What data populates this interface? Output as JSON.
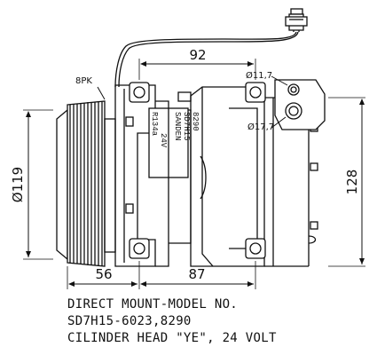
{
  "labels": {
    "belt": "8PK",
    "hole_top": "Ø11,7",
    "hole_bottom": "Ø17,7",
    "plate_line1": "SANDEN",
    "plate_line2": "SD7H15",
    "plate_line3": "8290",
    "plate_line4": "R134a",
    "plate_line5": "24V"
  },
  "dimensions": {
    "top_width": "92",
    "pulley_diameter": "Ø119",
    "height_right": "128",
    "bottom_left": "56",
    "bottom_right": "87"
  },
  "caption": {
    "line1": "DIRECT MOUNT-MODEL NO.",
    "line2": "SD7H15-6023,8290",
    "line3": "CILINDER HEAD \"YE\", 24 VOLT"
  }
}
